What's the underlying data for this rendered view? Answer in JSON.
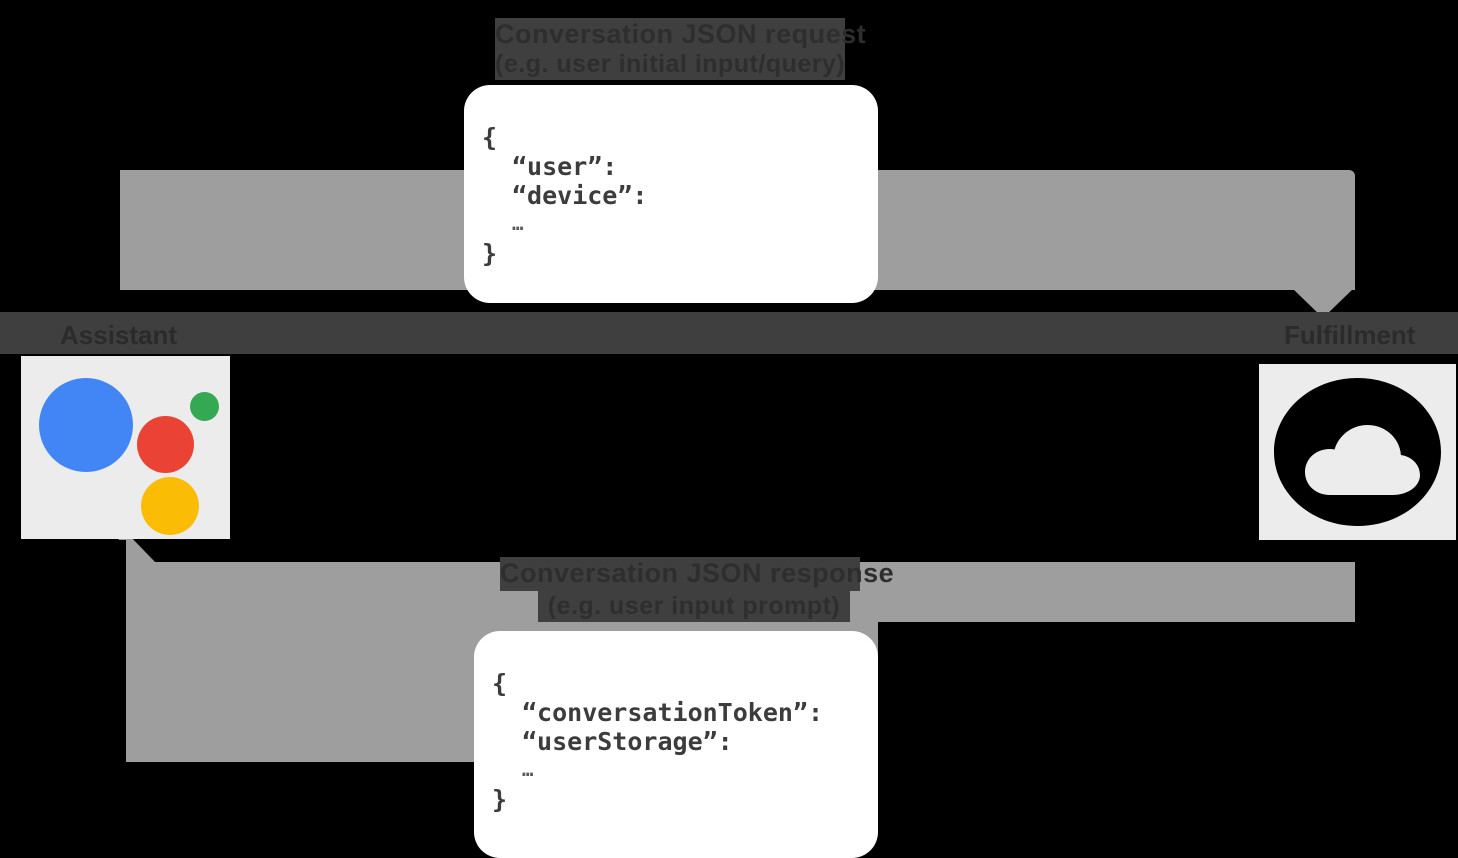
{
  "diagram": {
    "title": "Google Assistant conversation flow",
    "request_flow": {
      "caption_line1": "Conversation JSON request",
      "caption_line2": "(e.g. user initial input/query)",
      "direction": "assistant-to-fulfillment",
      "json": {
        "open_brace": "{",
        "keys": [
          "“user”:",
          "“device”:"
        ],
        "ellipsis": "…",
        "close_brace": "}"
      }
    },
    "response_flow": {
      "caption_line1": "Conversation JSON response",
      "caption_line2": "(e.g. user input prompt)",
      "direction": "fulfillment-to-assistant",
      "json": {
        "open_brace": "{",
        "keys": [
          "“conversationToken”:",
          "“userStorage”:"
        ],
        "ellipsis": "…",
        "close_brace": "}"
      }
    },
    "nodes": [
      {
        "id": "assistant",
        "label": "Assistant",
        "icon": "google-assistant-icon",
        "colors": {
          "blue": "#4285F4",
          "red": "#EA4335",
          "green": "#34A853",
          "yellow": "#FBBC05"
        }
      },
      {
        "id": "fulfillment",
        "label": "Fulfillment",
        "icon": "cloud-icon",
        "colors": {
          "mark": "#000000",
          "tile": "#ECECEC"
        }
      }
    ],
    "colors": {
      "background": "#000000",
      "arrow": "#9E9E9E",
      "rail": "#3F3F3F",
      "card": "#FFFFFF",
      "text": "#2E2E2E"
    }
  }
}
